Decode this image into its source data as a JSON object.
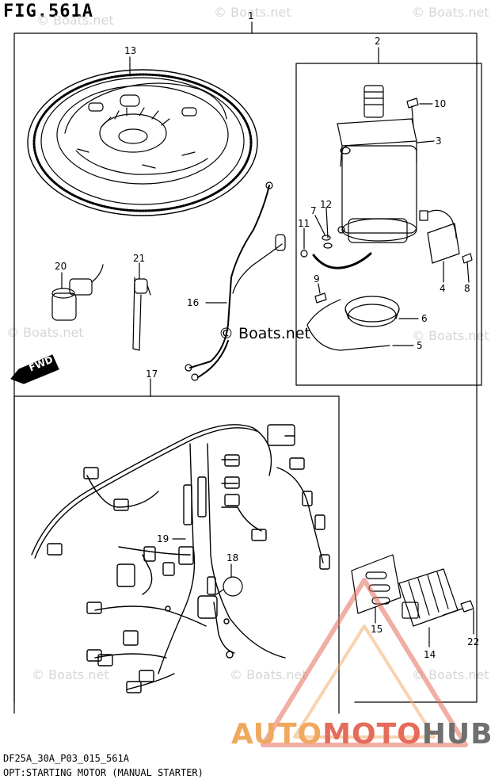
{
  "figure": {
    "title": "FIG.561A",
    "code": "DF25A_30A_P03_015_561A",
    "caption": "OPT:STARTING MOTOR (MANUAL STARTER)"
  },
  "watermark": {
    "text": "© Boats.net",
    "center_text": "© Boats.net",
    "brand_part1": "AUTO",
    "brand_part2": "MOTO",
    "brand_part3": "HUB"
  },
  "fwd_label": "FWD",
  "callouts": [
    "1",
    "2",
    "3",
    "4",
    "5",
    "6",
    "7",
    "8",
    "9",
    "10",
    "11",
    "12",
    "13",
    "14",
    "15",
    "16",
    "17",
    "18",
    "19",
    "20",
    "21",
    "22"
  ],
  "colors": {
    "line": "#000000",
    "watermark": "#d6d6d6",
    "brand_orange": "#f0a85e",
    "brand_red": "#e56b5b",
    "brand_gray": "#6f6f6f"
  }
}
